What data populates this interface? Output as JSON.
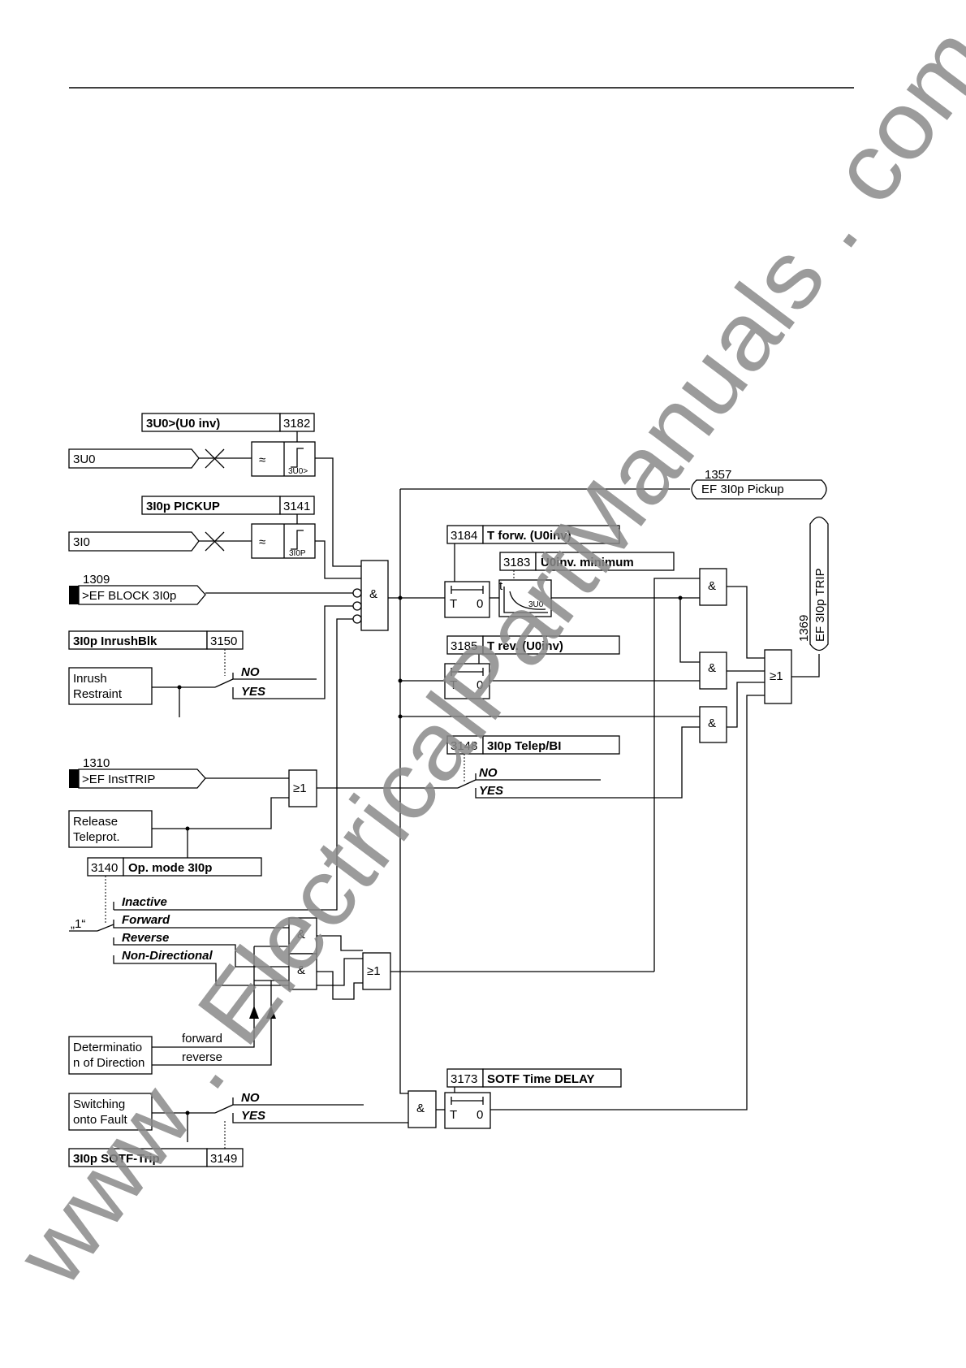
{
  "settings": {
    "s3182": {
      "name": "3U0>(U0 inv)",
      "num": "3182"
    },
    "s3141": {
      "name": "3I0p PICKUP",
      "num": "3141"
    },
    "s3150": {
      "name": "3I0p InrushBlk",
      "num": "3150"
    },
    "s3184": {
      "name": "T forw. (U0inv)",
      "num": "3184"
    },
    "s3183": {
      "name": "U0inv. minimum",
      "num": "3183"
    },
    "s3185": {
      "name": "T rev. (U0inv)",
      "num": "3185"
    },
    "s3148": {
      "name": "3I0p Telep/BI",
      "num": "3148"
    },
    "s3140": {
      "name": "Op. mode 3I0p",
      "num": "3140"
    },
    "s3173": {
      "name": "SOTF Time DELAY",
      "num": "3173"
    },
    "s3149": {
      "name": "3I0p SOTF-Trip",
      "num": "3149"
    }
  },
  "inputs": {
    "u0": "3U0",
    "i0": "3I0",
    "block": {
      "num": "1309",
      "label": ">EF BLOCK 3I0p"
    },
    "insttrip": {
      "num": "1310",
      "label": ">EF InstTRIP"
    },
    "inrush": [
      "Inrush",
      "Restraint"
    ],
    "release": [
      "Release",
      "Teleprot."
    ],
    "direction": [
      "Determinatio",
      "n of Direction"
    ],
    "sotf": [
      "Switching",
      "onto Fault"
    ],
    "const_one": "„1“"
  },
  "outputs": {
    "pickup": {
      "num": "1357",
      "label": "EF 3I0p Pickup"
    },
    "trip": {
      "num": "1369",
      "label": "EF 3I0p TRIP"
    }
  },
  "options": {
    "no": "NO",
    "yes": "YES",
    "inactive": "Inactive",
    "forward": "Forward",
    "reverse": "Reverse",
    "nondir": "Non-Directional",
    "dir_forward": "forward",
    "dir_reverse": "reverse"
  },
  "gates": {
    "and": "&",
    "or": "≥1"
  },
  "timer": {
    "t": "T",
    "zero": "0"
  },
  "curve": {
    "t": "t",
    "u": "3U0"
  },
  "thresholds": {
    "u0": "3U0>",
    "i0": "3I0P"
  },
  "filter_symbol": "≈",
  "watermark": "www . ElectricalPartManuals . com"
}
